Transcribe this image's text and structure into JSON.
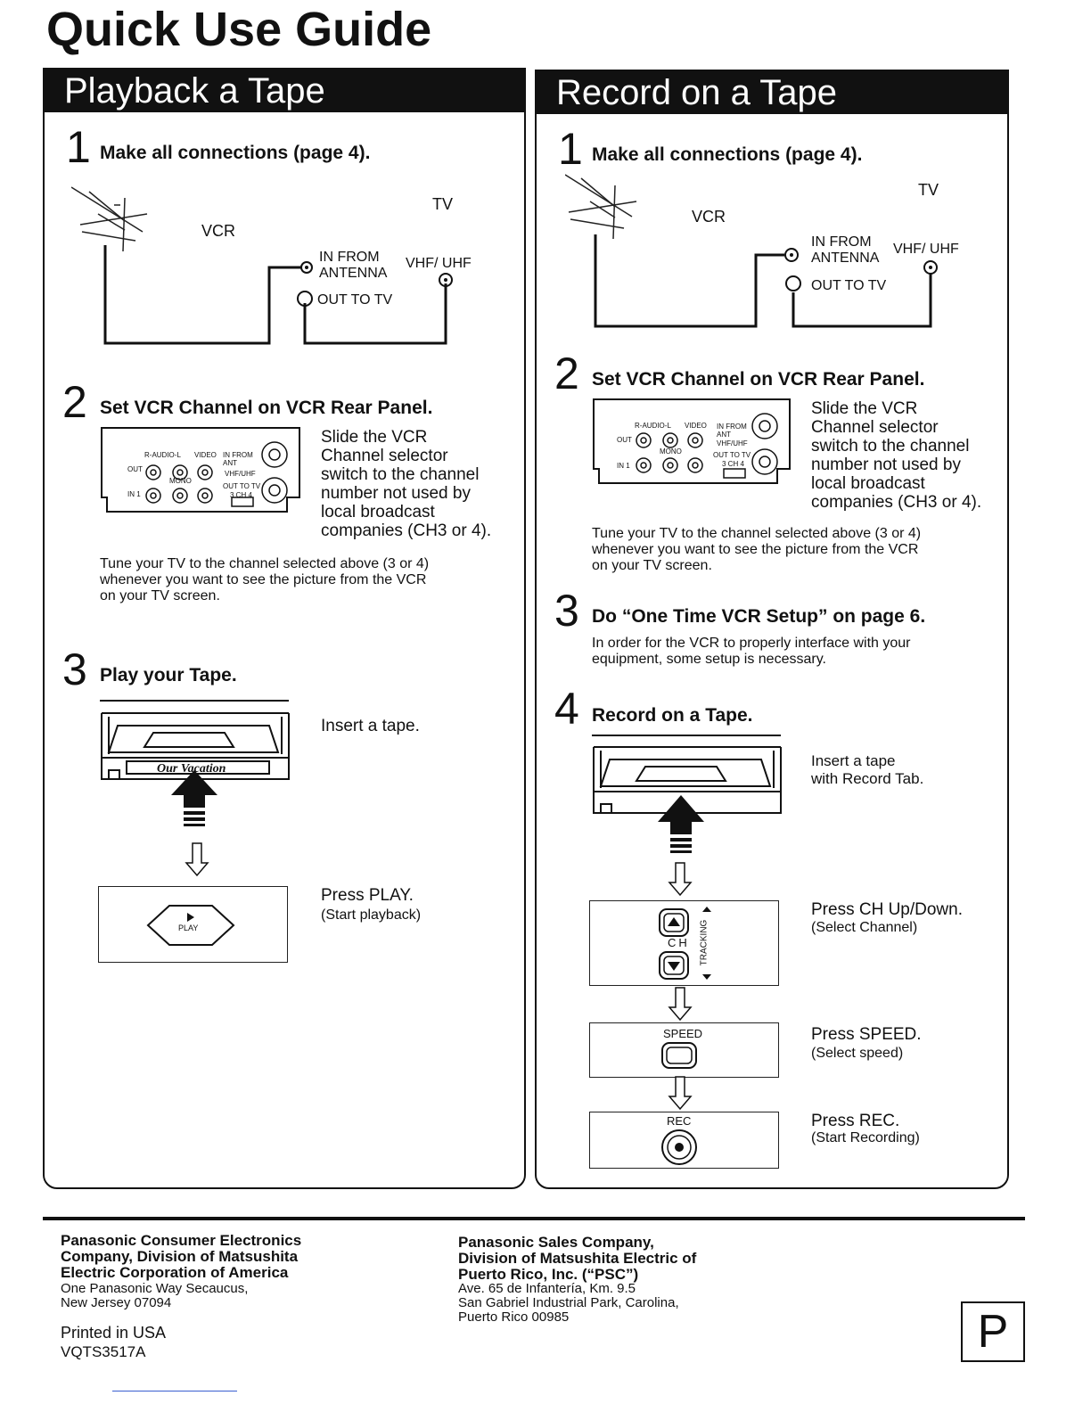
{
  "title": "Quick Use Guide",
  "playback": {
    "header": "Playback a Tape",
    "step1": {
      "num": "1",
      "title": "Make all connections (page 4).",
      "tv": "TV",
      "vcr": "VCR",
      "in_from": "IN FROM",
      "antenna": "ANTENNA",
      "vhf_uhf": "VHF/ UHF",
      "out_to_tv": "OUT TO TV"
    },
    "step2": {
      "num": "2",
      "title": "Set VCR Channel on VCR Rear Panel.",
      "desc": [
        "Slide the VCR",
        "Channel selector",
        "switch to the channel",
        "number not used by",
        "local broadcast",
        "companies (CH3 or 4)."
      ],
      "tune": [
        "Tune your TV to the channel selected above (3 or 4)",
        "whenever you want to see the picture from the VCR",
        "on your TV screen."
      ],
      "panel": {
        "r_audio_l": "R-AUDIO-L",
        "video": "VIDEO",
        "out": "OUT",
        "in": "IN 1",
        "mono": "MONO",
        "in_from_ant": "IN FROM ANT",
        "vhf_uhf": "VHF/UHF",
        "out_to_tv": "OUT TO TV",
        "ch": "3 CH 4"
      }
    },
    "step3": {
      "num": "3",
      "title": "Play your Tape.",
      "insert": "Insert a tape.",
      "tape_label": "Our Vacation",
      "press": "Press PLAY.",
      "press_sub": "(Start playback)",
      "play_btn": "PLAY"
    }
  },
  "record": {
    "header": "Record on a Tape",
    "step1": {
      "num": "1",
      "title": "Make all connections (page 4).",
      "tv": "TV",
      "vcr": "VCR",
      "in_from": "IN FROM",
      "antenna": "ANTENNA",
      "vhf_uhf": "VHF/ UHF",
      "out_to_tv": "OUT TO TV"
    },
    "step2": {
      "num": "2",
      "title": "Set VCR Channel on VCR Rear Panel.",
      "desc": [
        "Slide the VCR",
        "Channel selector",
        "switch to the channel",
        "number not used by",
        "local broadcast",
        "companies (CH3 or 4)."
      ],
      "tune": [
        "Tune your TV to the channel selected above (3 or 4)",
        "whenever you want to see the picture from the VCR",
        "on your TV screen."
      ],
      "panel": {
        "r_audio_l": "R-AUDIO-L",
        "video": "VIDEO",
        "out": "OUT",
        "in": "IN 1",
        "mono": "MONO",
        "in_from_ant": "IN FROM ANT",
        "vhf_uhf": "VHF/UHF",
        "out_to_tv": "OUT TO TV",
        "ch": "3 CH 4"
      }
    },
    "step3": {
      "num": "3",
      "title": "Do “One Time VCR Setup” on page 6.",
      "desc": [
        "In order for the VCR to properly interface with your",
        "equipment, some setup is necessary."
      ]
    },
    "step4": {
      "num": "4",
      "title": "Record on a Tape.",
      "insert": [
        "Insert a tape",
        "with Record Tab."
      ],
      "ch": "Press CH Up/Down.",
      "ch_sub": "(Select Channel)",
      "ch_btn": "CH",
      "tracking": "TRACKING",
      "speed": "Press SPEED.",
      "speed_sub": "(Select speed)",
      "speed_btn": "SPEED",
      "rec": "Press REC.",
      "rec_sub": "(Start Recording)",
      "rec_btn": "REC"
    }
  },
  "footer": {
    "left_bold": [
      "Panasonic Consumer Electronics",
      "Company, Division of Matsushita",
      "Electric Corporation of America"
    ],
    "left_addr": [
      "One Panasonic Way Secaucus,",
      "New Jersey 07094"
    ],
    "printed": "Printed in USA",
    "code": "VQTS3517A",
    "right_bold": [
      "Panasonic Sales Company,",
      "Division of Matsushita Electric of",
      "Puerto Rico, Inc. (“PSC”)"
    ],
    "right_addr": [
      "Ave. 65 de Infantería, Km. 9.5",
      "San Gabriel Industrial Park, Carolina,",
      "Puerto Rico 00985"
    ],
    "p_mark": "P"
  }
}
